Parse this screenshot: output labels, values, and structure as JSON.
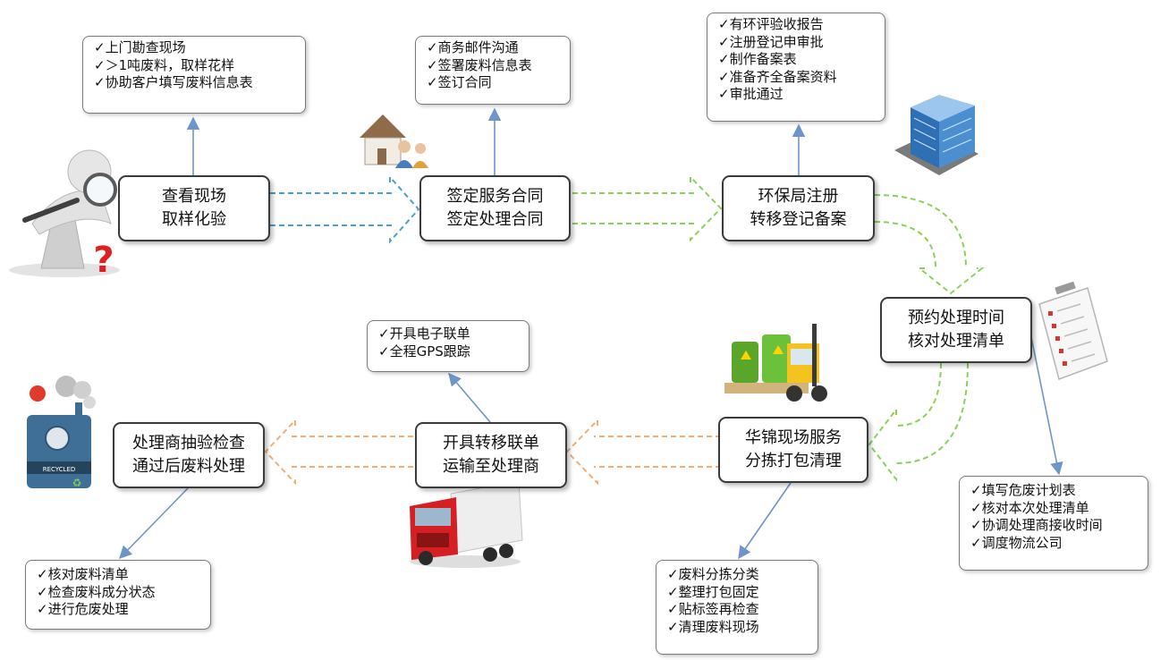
{
  "colors": {
    "blue_arrow": "#4a9fd8",
    "green_arrow": "#8cd05a",
    "orange_arrow": "#f5ad72",
    "connector": "#6e95c9"
  },
  "steps": {
    "inspect": [
      "查看现场",
      "取样化验"
    ],
    "contract": [
      "签定服务合同",
      "签定处理合同"
    ],
    "epb": [
      "环保局注册",
      "转移登记备案"
    ],
    "schedule": [
      "预约处理时间",
      "核对处理清单"
    ],
    "onsite": [
      "华锦现场服务",
      "分拣打包清理"
    ],
    "transfer": [
      "开具转移联单",
      "运输至处理商"
    ],
    "processor": [
      "处理商抽验检查",
      "通过后废料处理"
    ]
  },
  "notes": {
    "inspect": [
      "上门勘查现场",
      "＞1吨废料，取样花样",
      "协助客户填写废料信息表"
    ],
    "contract": [
      "商务邮件沟通",
      "签署废料信息表",
      "签订合同"
    ],
    "epb": [
      "有环评验收报告",
      "注册登记申审批",
      "制作备案表",
      "准备齐全备案资料",
      "审批通过"
    ],
    "schedule": [
      "填写危废计划表",
      "核对本次处理清单",
      "协调处理商接收时间",
      "调度物流公司"
    ],
    "onsite": [
      "废料分拣分类",
      "整理打包固定",
      "贴标签再检查",
      "清理废料现场"
    ],
    "transfer": [
      "开具电子联单",
      "全程GPS跟踪"
    ],
    "processor": [
      "核对废料清单",
      "检查废料成分状态",
      "进行危废处理"
    ]
  },
  "check_mark": "✓",
  "illustrations": {
    "inspect": "inspector-magnifier-icon",
    "contract": "house-people-icon",
    "epb": "office-building-icon",
    "schedule": "checklist-clipboard-icon",
    "onsite": "forklift-barrels-icon",
    "transfer": "red-truck-icon",
    "processor": "recycling-machine-icon"
  }
}
